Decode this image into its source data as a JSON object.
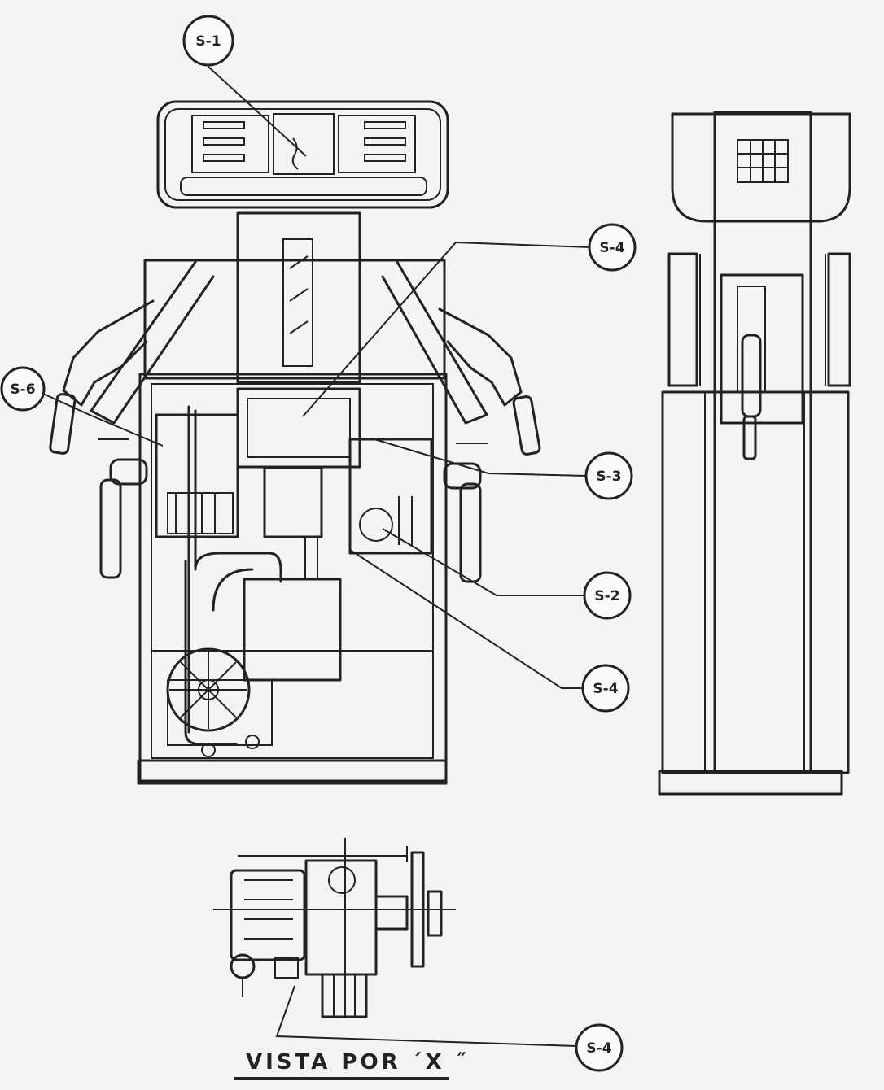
{
  "callouts": {
    "s1": "S-1",
    "s4_top": "S-4",
    "s6": "S-6",
    "s3": "S-3",
    "s2": "S-2",
    "s4_mid": "S-4",
    "s4_bottom": "S-4"
  },
  "view_caption": "VISTA  POR  ´X ˝"
}
